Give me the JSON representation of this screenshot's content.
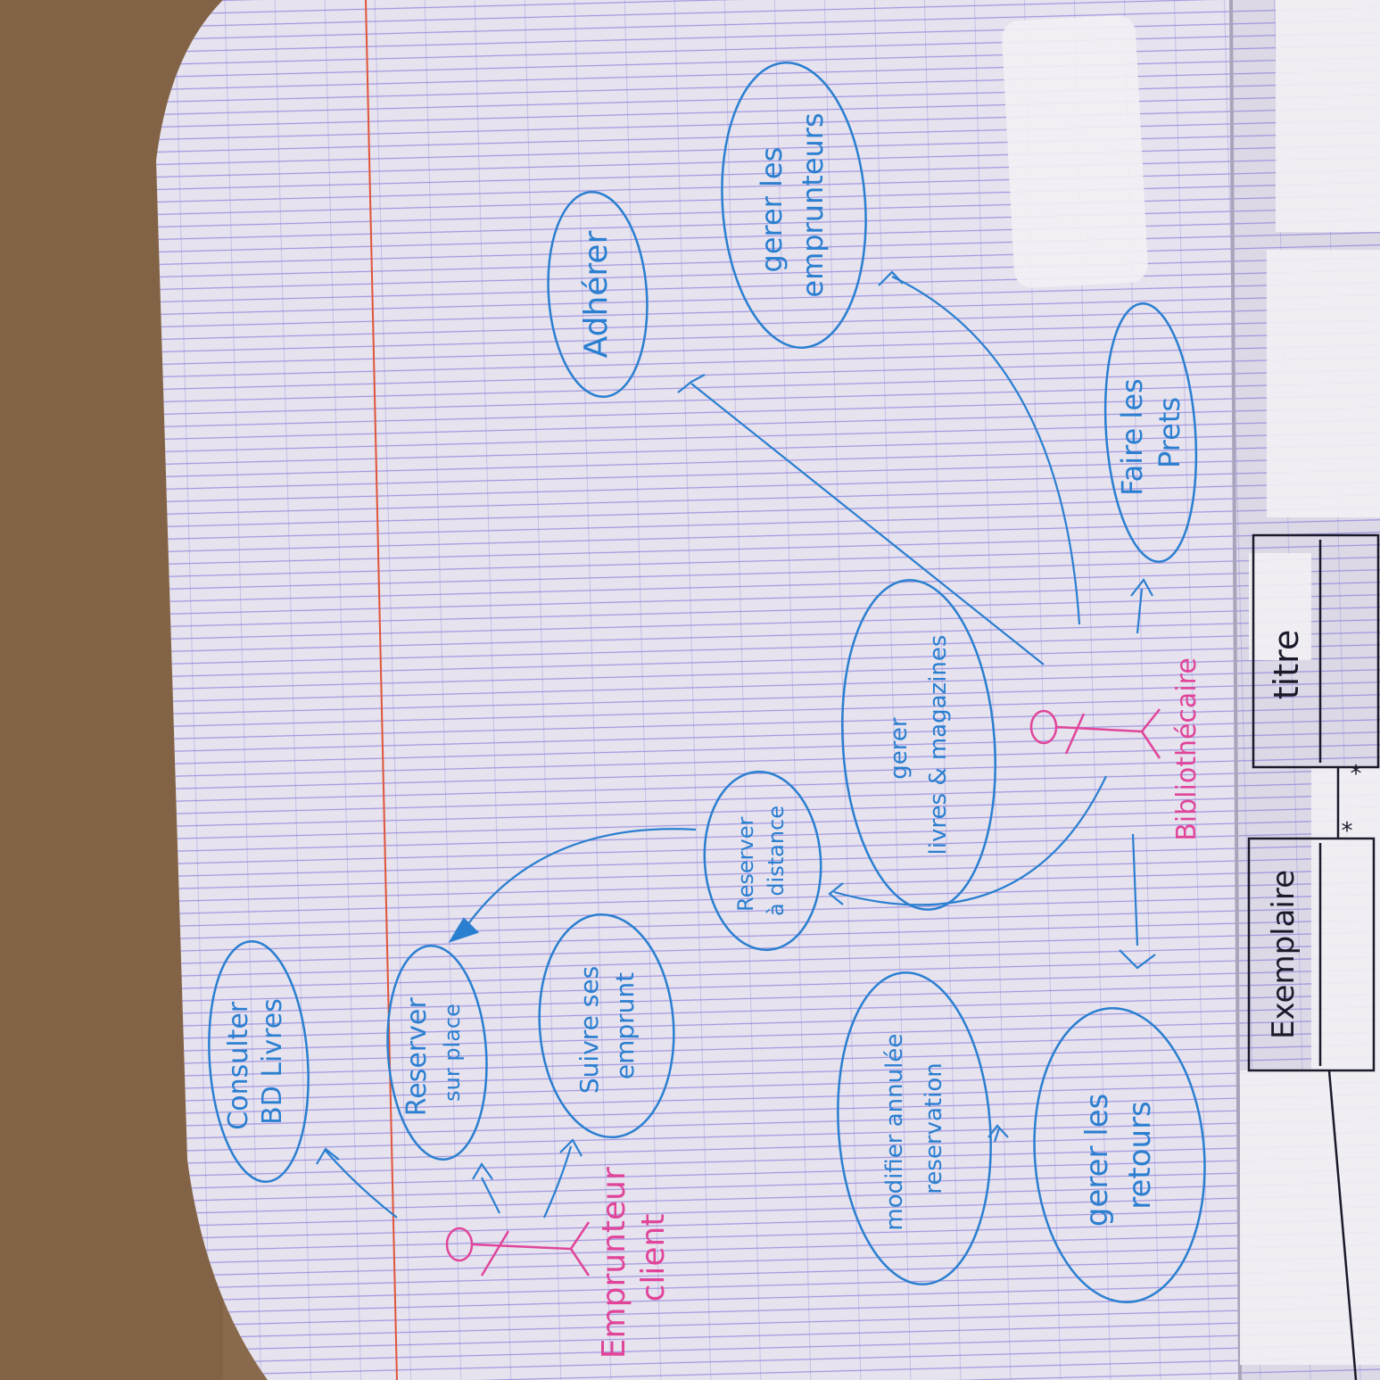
{
  "colors": {
    "desk": "#8a6a4c",
    "paper": "#e6e2ee",
    "grid_line": "#8a7fd8",
    "margin_line": "#e0553a",
    "blue_pen": "#2a7fd0",
    "pink_pen": "#e0459a",
    "black_pen": "#1a1a2a",
    "tape": "#f2f0f4"
  },
  "diagram": {
    "use_cases": [
      {
        "id": "uc-consulter",
        "lines": [
          "Consulter",
          "BD Livres"
        ]
      },
      {
        "id": "uc-reserver-place",
        "lines": [
          "Reserver",
          "sur place"
        ]
      },
      {
        "id": "uc-suivre",
        "lines": [
          "Suivre ses",
          "emprunt"
        ]
      },
      {
        "id": "uc-reserver-distance",
        "lines": [
          "Reserver",
          "à distance"
        ]
      },
      {
        "id": "uc-gerer-livres",
        "lines": [
          "gerer",
          "livres & magazines"
        ]
      },
      {
        "id": "uc-modifier",
        "lines": [
          "modifier annulée",
          "reservation"
        ]
      },
      {
        "id": "uc-gerer-retours",
        "lines": [
          "gerer les",
          "retours"
        ]
      },
      {
        "id": "uc-adherer",
        "lines": [
          "Adhérer"
        ]
      },
      {
        "id": "uc-gerer-emprunteurs",
        "lines": [
          "gerer les",
          "emprunteurs"
        ]
      },
      {
        "id": "uc-faire-prets",
        "lines": [
          "Faire les",
          "Prets"
        ]
      }
    ],
    "actors": [
      {
        "id": "actor-emprunteur",
        "lines": [
          "Emprunteur",
          "client"
        ]
      },
      {
        "id": "actor-bibliothecaire",
        "lines": [
          "Bibliothécaire"
        ]
      }
    ],
    "class_boxes": [
      {
        "id": "class-exemplaire",
        "title": "Exemplaire"
      },
      {
        "id": "class-titre",
        "title": "titre"
      }
    ],
    "multiplicities": [
      "*",
      "*"
    ]
  }
}
